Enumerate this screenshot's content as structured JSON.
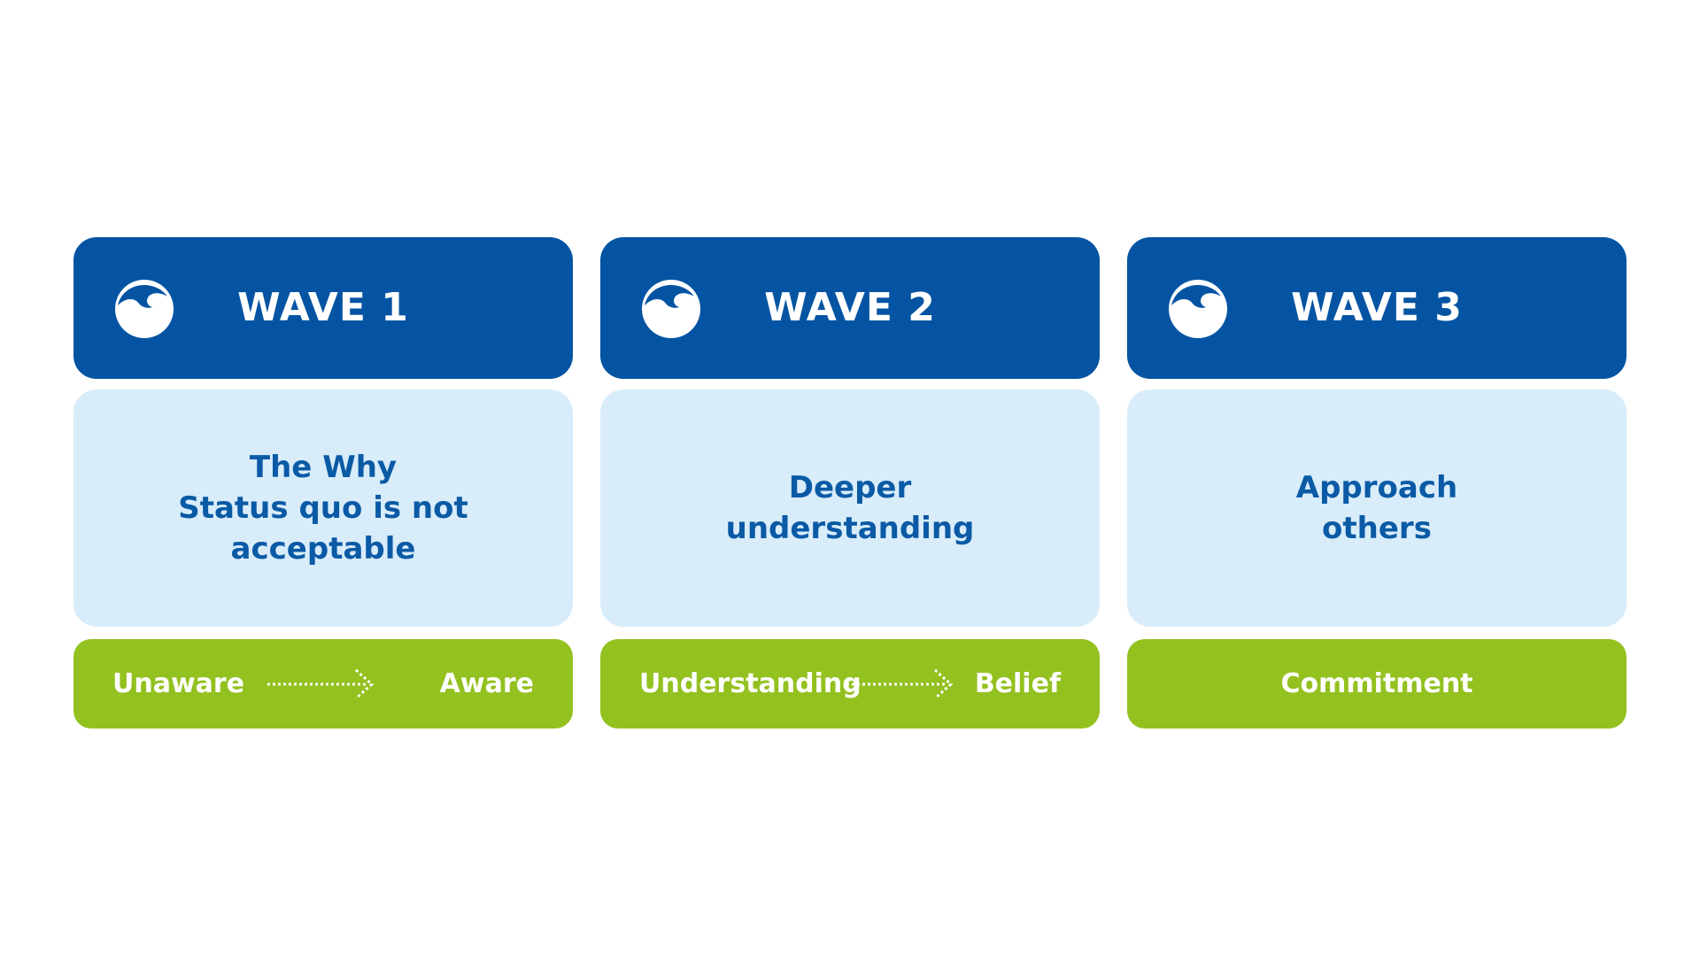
{
  "colors": {
    "header": "#0454a3",
    "body": "#d8ecfa",
    "body_text": "#0a5aa5",
    "footer": "#93c11f"
  },
  "waves": [
    {
      "icon": "wave-icon",
      "title": "WAVE 1",
      "body_lines": [
        "The Why",
        "Status quo is not",
        "acceptable"
      ],
      "footer": {
        "from": "Unaware",
        "to": "Aware",
        "arrow_icon": "dotted-arrow-right-icon"
      }
    },
    {
      "icon": "wave-icon",
      "title": "WAVE 2",
      "body_lines": [
        "Deeper",
        "understanding"
      ],
      "footer": {
        "from": "Understanding",
        "to": "Belief",
        "arrow_icon": "dotted-arrow-right-icon"
      }
    },
    {
      "icon": "wave-icon",
      "title": "WAVE 3",
      "body_lines": [
        "Approach",
        "others"
      ],
      "footer": {
        "label": "Commitment"
      }
    }
  ]
}
